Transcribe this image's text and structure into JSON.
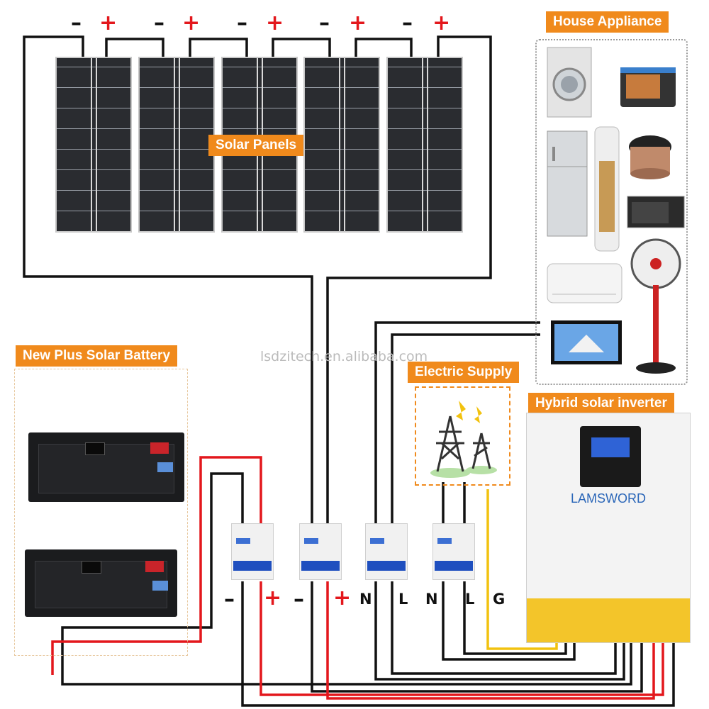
{
  "labels": {
    "solar_panels": "Solar Panels",
    "house_appliance": "House Appliance",
    "new_plus_solar_battery": "New Plus Solar Battery",
    "electric_supply": "Electric Supply",
    "hybrid_solar_inverter": "Hybrid solar inverter",
    "watermark": "lsdzitech.en.alibaba.com",
    "brand": "LAMSWORD"
  },
  "panel_polarity": [
    "–",
    "+",
    "–",
    "+",
    "–",
    "+",
    "–",
    "+",
    "–",
    "+"
  ],
  "breaker_terminals": [
    "–",
    "+",
    "–",
    "+",
    "N",
    "L",
    "N",
    "L",
    "G"
  ],
  "colors": {
    "accent": "#f08a1c",
    "wire_black": "#111111",
    "wire_red": "#e3171c",
    "wire_yellow": "#f2c20f",
    "breaker_blue": "#1f4fbf"
  },
  "icons": [
    "solar-panel",
    "battery-rack",
    "power-tower-icon",
    "washing-machine-icon",
    "oven-icon",
    "fridge-icon",
    "air-purifier-icon",
    "rice-cooker-icon",
    "microwave-icon",
    "air-conditioner-icon",
    "fan-icon",
    "tv-icon"
  ]
}
